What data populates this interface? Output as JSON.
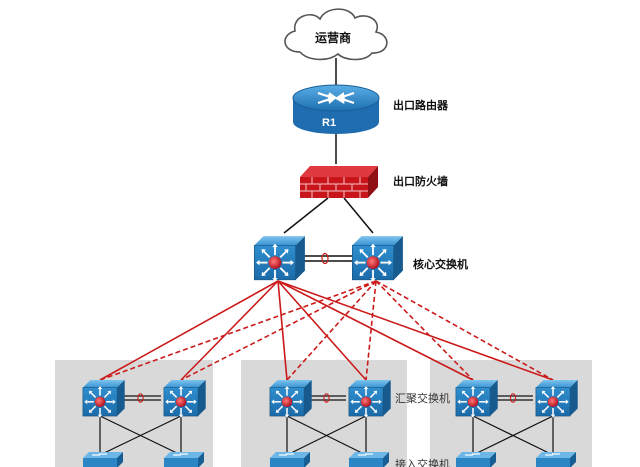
{
  "cloud": {
    "label": "运营商"
  },
  "router": {
    "label": "R1",
    "caption": "出口路由器"
  },
  "firewall": {
    "caption": "出口防火墙"
  },
  "core": {
    "caption": "核心交换机"
  },
  "aggregation": {
    "caption": "汇聚交换机"
  },
  "access": {
    "caption": "接入交换机"
  },
  "colors": {
    "switch_blue": "#2f8fd0",
    "link_red": "#cc1a1a",
    "firewall_red": "#c8151b",
    "zone_gray": "#d9d9d9"
  }
}
